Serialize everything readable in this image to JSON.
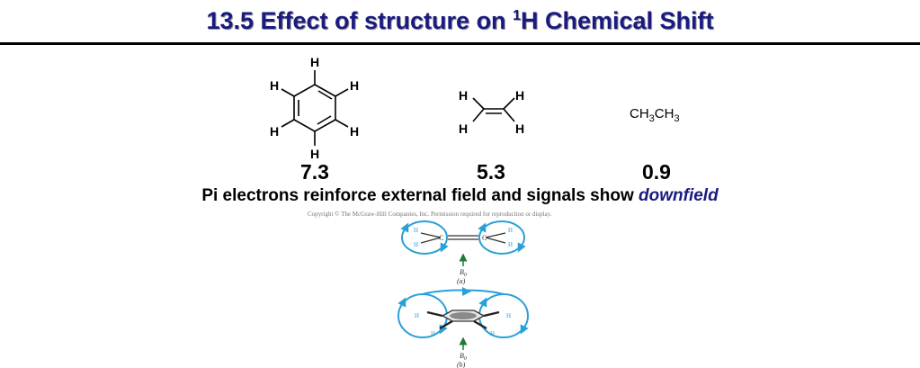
{
  "title": {
    "prefix": "13.5 Effect of structure on ",
    "superscript": "1",
    "suffix": "H Chemical Shift"
  },
  "molecules": {
    "atom_h": "H",
    "atom_c": "C",
    "ethane": {
      "part1": "CH",
      "sub1": "3",
      "part2": "CH",
      "sub2": "3"
    }
  },
  "shifts": {
    "benzene": "7.3",
    "ethylene": "5.3",
    "ethane": "0.9"
  },
  "caption": {
    "text": "Pi electrons reinforce external field and signals show ",
    "emphasis": "downfield"
  },
  "figure": {
    "copyright": "Copyright © The McGraw-Hill Companies, Inc. Permission required for reproduction or display.",
    "field_label": "B",
    "field_subscript": "0",
    "panel_a": "(a)",
    "panel_b": "(b)"
  },
  "colors": {
    "title": "#1a1a80",
    "ring_current": "#2aa0d8",
    "field_arrow": "#1f7a3a"
  }
}
